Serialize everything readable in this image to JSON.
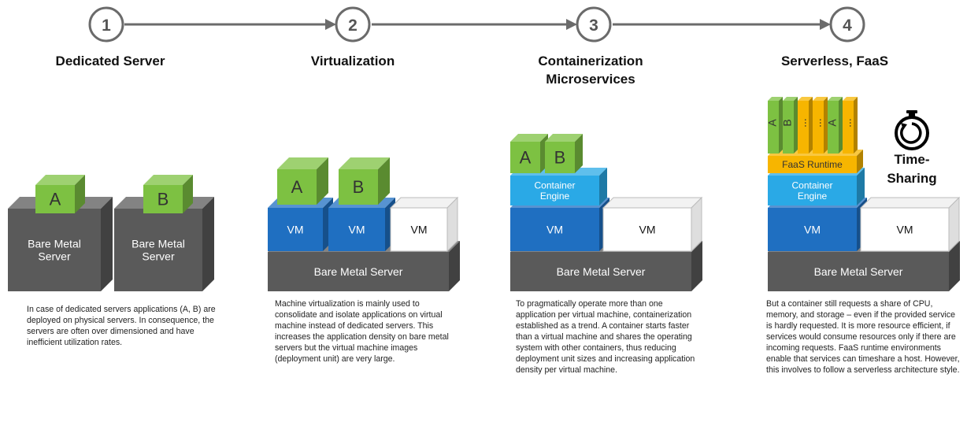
{
  "steps": [
    {
      "number": "1",
      "title": "Dedicated Server",
      "boxes": {
        "app_a": "A",
        "app_b": "B",
        "server_a": [
          "Bare Metal",
          "Server"
        ],
        "server_b": [
          "Bare Metal",
          "Server"
        ]
      },
      "description": "In case of dedicated servers applications (A, B)  are deployed on physical servers. In consequence, the servers are often over dimensioned and have inefficient utilization rates."
    },
    {
      "number": "2",
      "title": "Virtualization",
      "boxes": {
        "app_a": "A",
        "app_b": "B",
        "vm1": "VM",
        "vm2": "VM",
        "vm3": "VM",
        "base": "Bare Metal Server"
      },
      "description": "Machine virtualization is mainly used to consolidate and isolate applications on virtual machine instead of dedicated servers. This increases the application density on bare metal servers but the virtual machine images (deployment unit) are very large."
    },
    {
      "number": "3",
      "title_lines": [
        "Containerization",
        "Microservices"
      ],
      "boxes": {
        "app_a": "A",
        "app_b": "B",
        "engine": [
          "Container",
          "Engine"
        ],
        "vm1": "VM",
        "vm2": "VM",
        "base": "Bare Metal Server"
      },
      "description": "To pragmatically operate more than one application per virtual machine, containerization established as a trend. A container starts faster than a virtual machine and shares the operating system with other containers, thus reducing deployment unit sizes and increasing application density per virtual machine."
    },
    {
      "number": "4",
      "title": "Serverless, FaaS",
      "boxes": {
        "functions": [
          "A",
          "B",
          "...",
          "...",
          "A",
          "..."
        ],
        "runtime": "FaaS Runtime",
        "engine": [
          "Container",
          "Engine"
        ],
        "vm1": "VM",
        "vm2": "VM",
        "base": "Bare Metal Server"
      },
      "timeshare_label": [
        "Time-",
        "Sharing"
      ],
      "description": "But a container still requests a share of CPU, memory, and storage – even if the provided service is hardly requested. It is more resource efficient, if services would consume resources only if there are incoming requests. FaaS runtime environments enable that  services can timeshare a host. However, this involves to follow a serverless architecture style."
    }
  ],
  "icons": {
    "timer": "stopwatch-icon"
  },
  "colors": {
    "green": "#7dc142",
    "dark_gray": "#5a5a5a",
    "blue": "#1f6fc1",
    "light_blue": "#2aa9e6",
    "orange": "#f7b500",
    "white_box": "#ffffff",
    "connector": "#6b6b6b"
  }
}
